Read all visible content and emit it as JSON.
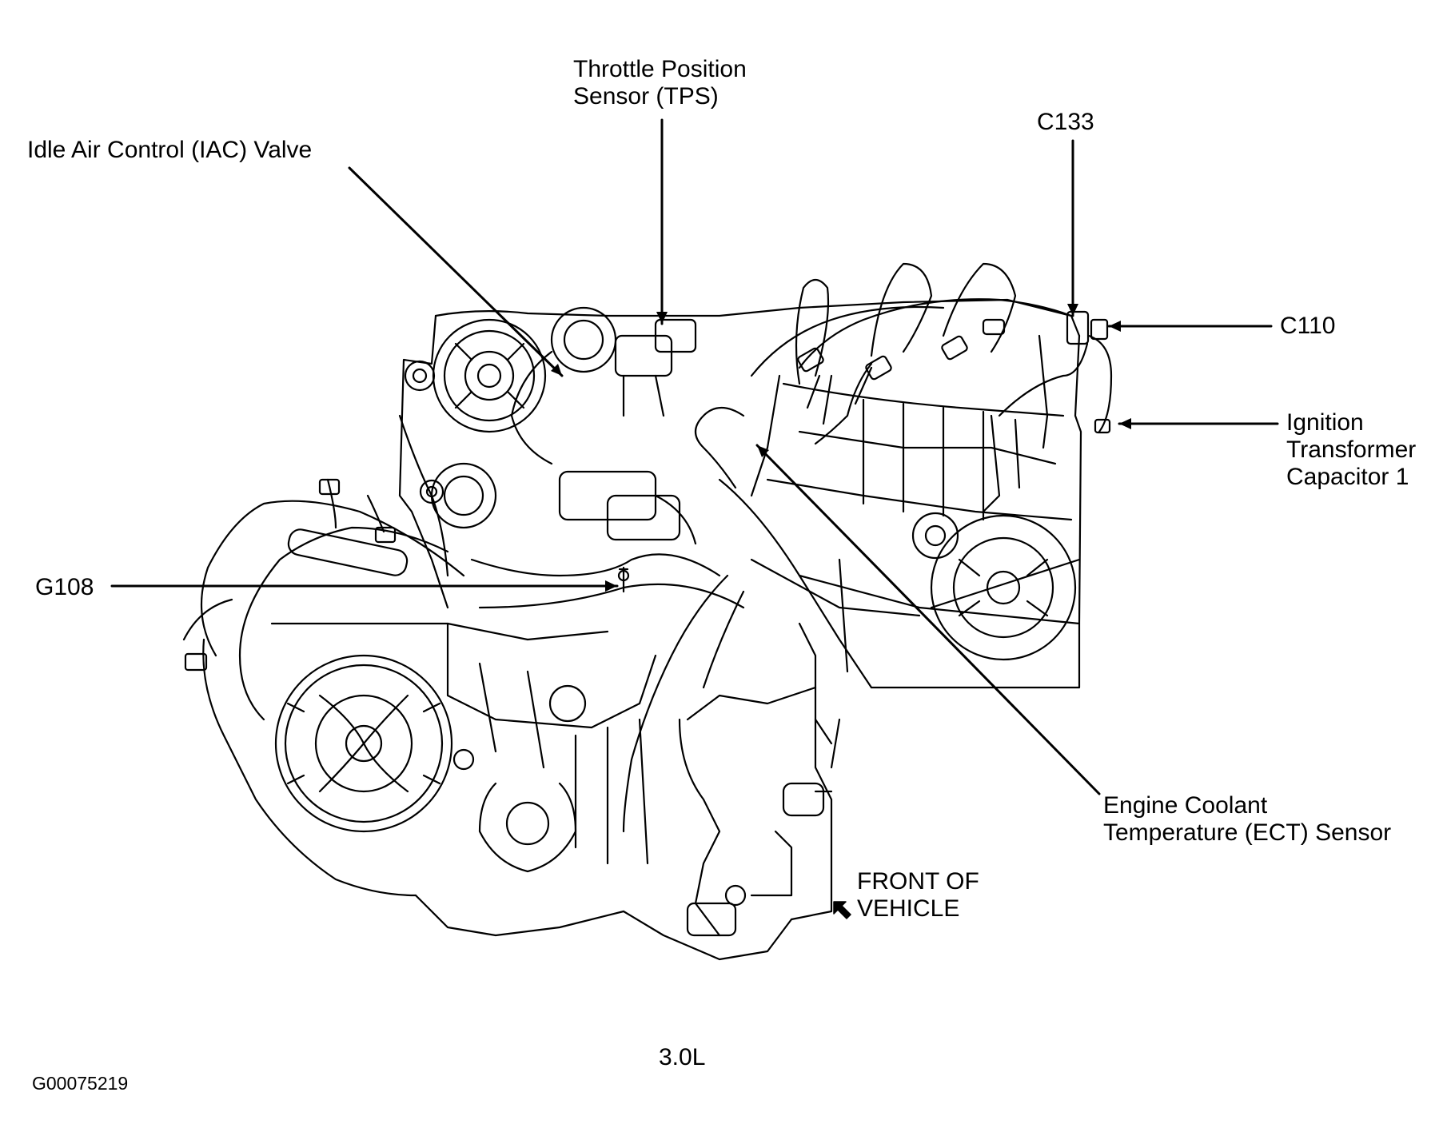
{
  "diagram": {
    "callouts": {
      "tps": "Throttle Position\nSensor (TPS)",
      "iac": "Idle Air Control (IAC) Valve",
      "c133": "C133",
      "c110": "C110",
      "ignition": "Ignition\nTransformer\nCapacitor 1",
      "g108": "G108",
      "ect": "Engine Coolant\nTemperature (ECT) Sensor"
    },
    "front_of_vehicle": "FRONT OF\nVEHICLE",
    "engine_caption": "3.0L",
    "figure_id": "G00075219"
  }
}
